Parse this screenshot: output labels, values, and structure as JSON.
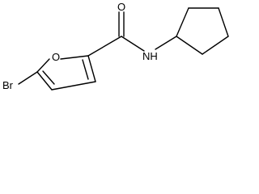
{
  "molecule": {
    "atoms": {
      "bromine": "Br",
      "ring_oxygen": "O",
      "carbonyl_oxygen": "O",
      "amide_nitrogen": "NH"
    },
    "colors": {
      "bond": "#000000",
      "label": "#000000",
      "background": "#ffffff"
    }
  }
}
